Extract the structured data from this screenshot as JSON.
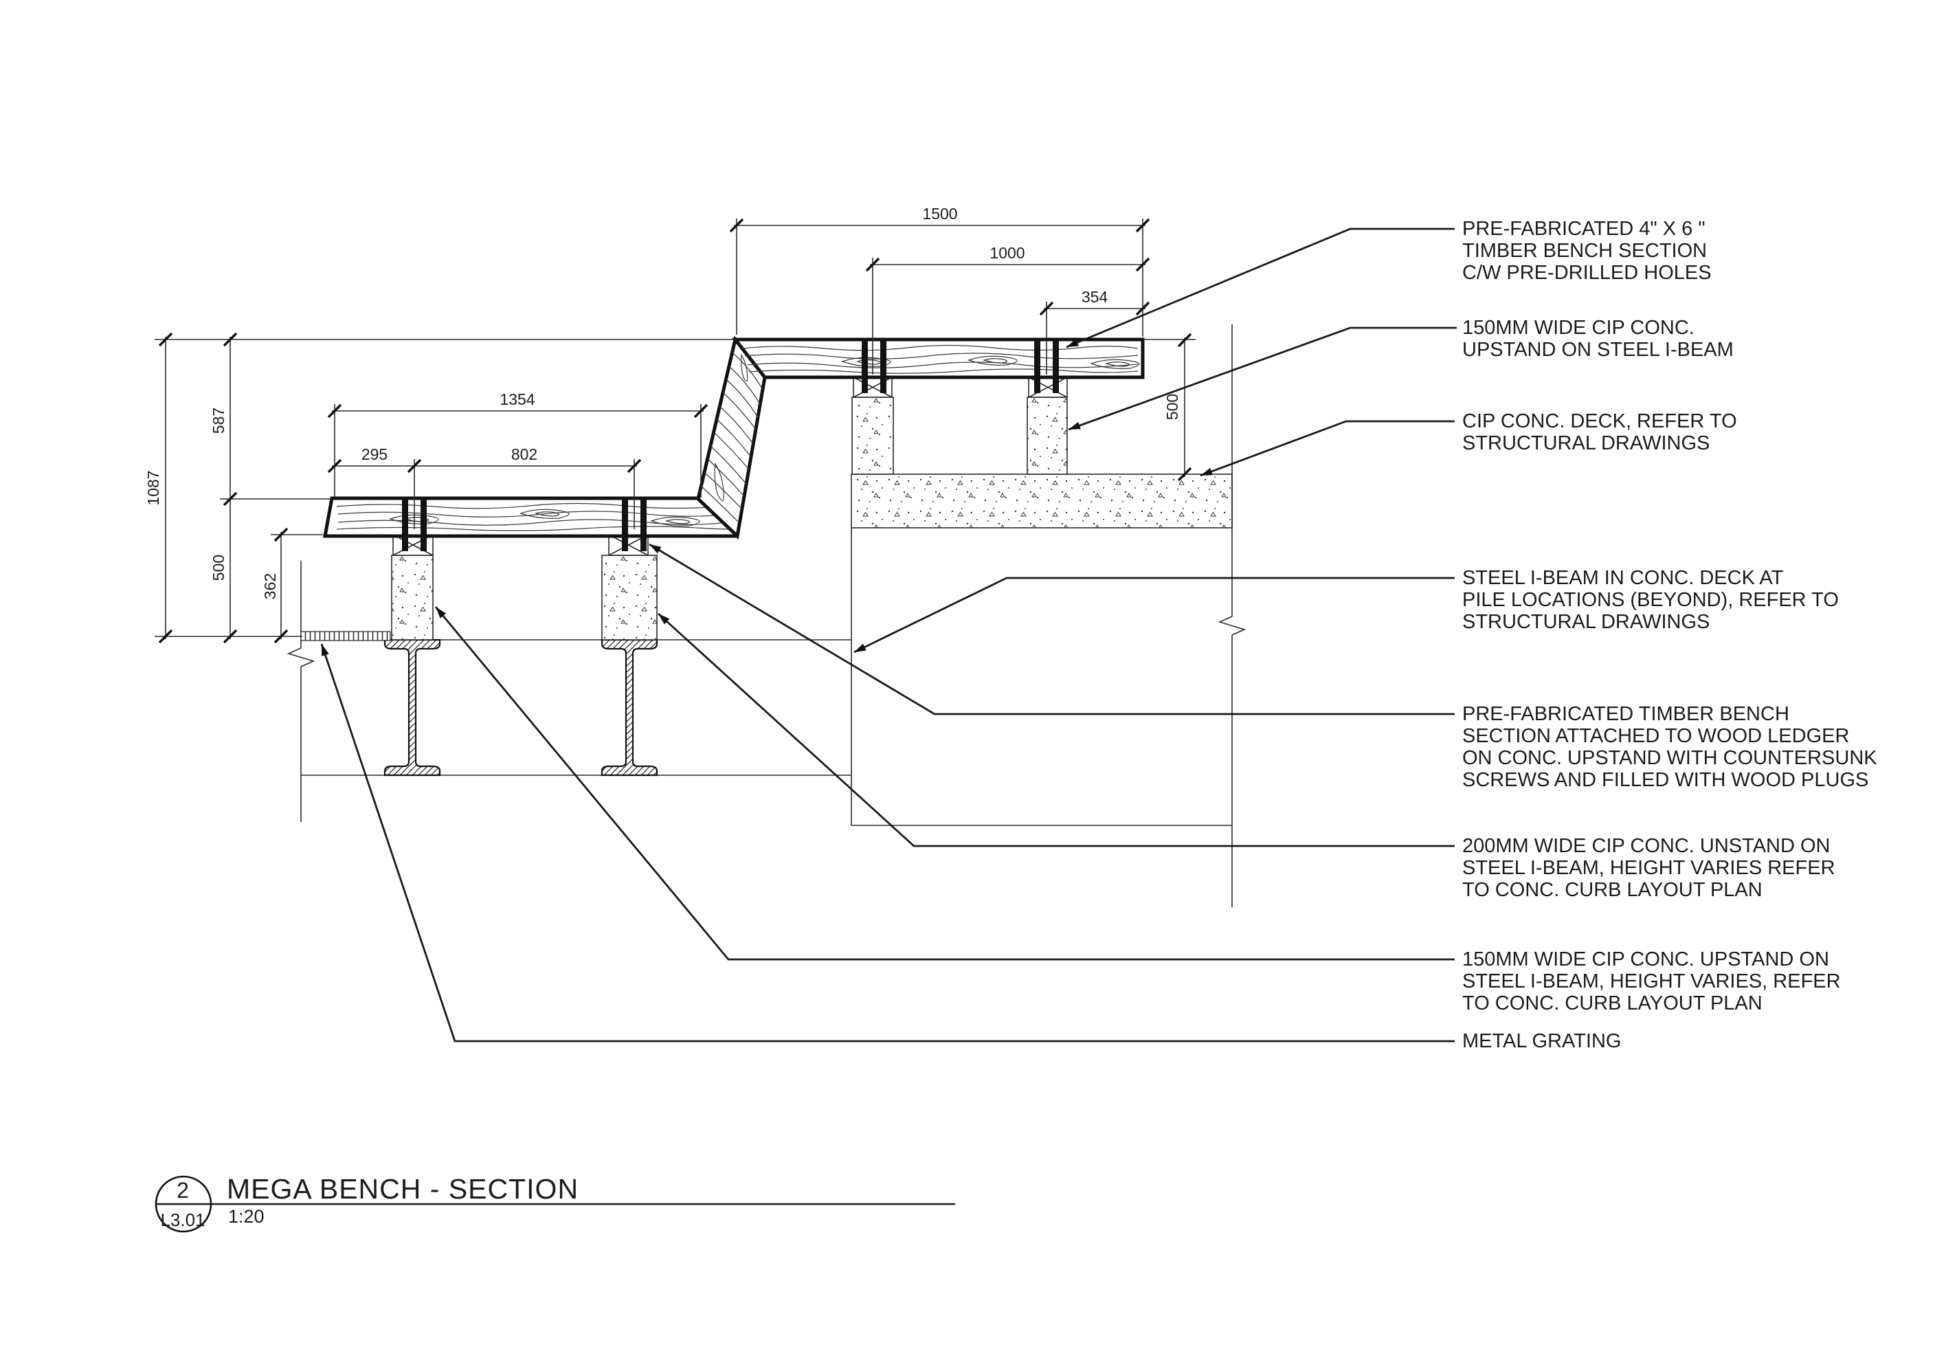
{
  "drawing": {
    "callouts": [
      {
        "lines": [
          "PRE-FABRICATED 4\" X 6 \"",
          "TIMBER BENCH SECTION",
          "C/W PRE-DRILLED HOLES"
        ]
      },
      {
        "lines": [
          "150MM WIDE CIP CONC.",
          "UPSTAND ON STEEL I-BEAM"
        ]
      },
      {
        "lines": [
          "CIP CONC. DECK, REFER TO",
          "STRUCTURAL DRAWINGS"
        ]
      },
      {
        "lines": [
          "STEEL I-BEAM IN CONC. DECK AT",
          "PILE LOCATIONS (BEYOND), REFER TO",
          "STRUCTURAL DRAWINGS"
        ]
      },
      {
        "lines": [
          "PRE-FABRICATED TIMBER BENCH",
          "SECTION ATTACHED TO WOOD LEDGER",
          "ON CONC. UPSTAND WITH COUNTERSUNK",
          "SCREWS AND FILLED WITH WOOD PLUGS"
        ]
      },
      {
        "lines": [
          "200MM WIDE CIP CONC. UNSTAND ON",
          "STEEL I-BEAM, HEIGHT VARIES REFER",
          "TO CONC. CURB LAYOUT PLAN"
        ]
      },
      {
        "lines": [
          "150MM WIDE CIP CONC. UPSTAND ON",
          "STEEL I-BEAM, HEIGHT VARIES, REFER",
          "TO CONC. CURB LAYOUT PLAN"
        ]
      },
      {
        "lines": [
          "METAL GRATING"
        ]
      }
    ],
    "dimensions": {
      "top_overall": "1500",
      "top_bolt_to_end": "1000",
      "top_end_offset": "354",
      "left_total": "1087",
      "left_upper": "587",
      "left_lower": "500",
      "left_underside": "362",
      "lower_run": "1354",
      "lower_left_offset": "295",
      "lower_bolt_spacing": "802",
      "right_deck": "500"
    },
    "title_block": {
      "detail_number": "2",
      "sheet_number": "L3.01",
      "title": "MEGA BENCH - SECTION",
      "scale": "1:20"
    }
  }
}
